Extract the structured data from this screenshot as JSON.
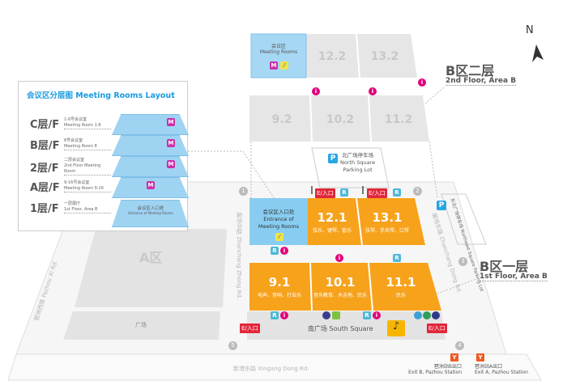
{
  "compass": {
    "label": "N"
  },
  "legend": {
    "title": "会议区分层图 Meeting Rooms Layout",
    "floors": [
      {
        "floor": "C层/F",
        "cn": "1-6号会议室",
        "en": "Meeting Room 1-6"
      },
      {
        "floor": "B层/F",
        "cn": "8号会议室",
        "en": "Meeting Room 8"
      },
      {
        "floor": "2层/F",
        "cn": "二层会议室",
        "en": "2nd Floor Meeting Room"
      },
      {
        "floor": "A层/F",
        "cn": "9-16号会议室",
        "en": "Meeting Room 9-16"
      },
      {
        "floor": "1层/F",
        "cn": "一层展厅",
        "en": "1st Floor, Area B"
      }
    ],
    "entrance_cn": "会议区入口处",
    "entrance_en": "Entrance of Meeting Rooms"
  },
  "floor2": {
    "title_cn": "B区二层",
    "title_en": "2nd Floor, Area B",
    "meeting_cn": "会议区",
    "meeting_en": "Meeting Rooms",
    "halls": [
      "12.2",
      "13.2",
      "9.2",
      "10.2",
      "11.2"
    ]
  },
  "floor1": {
    "title_cn": "B区一层",
    "title_en": "1st Floor, Area B",
    "entrance_cn": "会议区入口处",
    "entrance_en1": "Entrance of",
    "entrance_en2": "Meeting Rooms",
    "halls": [
      {
        "id": "12.1",
        "desc": "弦乐、键琴、管乐"
      },
      {
        "id": "13.1",
        "desc": "弦琴、手风琴、口琴"
      },
      {
        "id": "9.1",
        "desc": "电声、音响、打击乐"
      },
      {
        "id": "10.1",
        "desc": "音乐教育、木吉他、民乐"
      },
      {
        "id": "11.1",
        "desc": "民乐"
      }
    ],
    "north_parking_cn": "北广场停车场",
    "north_parking_en1": "North Square",
    "north_parking_en2": "Parking Lot",
    "ne_parking_cn": "东北广场停车场",
    "ne_parking_en": "Northeast Square Parking Lot",
    "south_square": "南广场 South Square",
    "entrance_label": "E/入口",
    "area_a": "A区",
    "plaza": "广场",
    "gates": [
      "1",
      "2",
      "3",
      "4",
      "5"
    ]
  },
  "roads": {
    "pazhou": "琶洲西路 Pazhou Xi Rd.",
    "zhanchang_zhong": "展场中路 Zhanchang Zhong Rd.",
    "zhanchang_dong": "展场东路 Zhanchang Dong Rd.",
    "xingang": "新港东路 Xingang Dong Rd."
  },
  "exits": [
    {
      "cn": "琶洲站B出口",
      "en": "Exit B, Pazhou Station"
    },
    {
      "cn": "琶洲站A出口",
      "en": "Exit A, Pazhou Station"
    }
  ],
  "icons": {
    "R": "R",
    "I": "i",
    "M": "M",
    "metro": "Y"
  },
  "colors": {
    "hall": "#f7a21b",
    "meeting": "#9fd3f2",
    "info": "#e2007a",
    "entrance": "#e2263a"
  }
}
